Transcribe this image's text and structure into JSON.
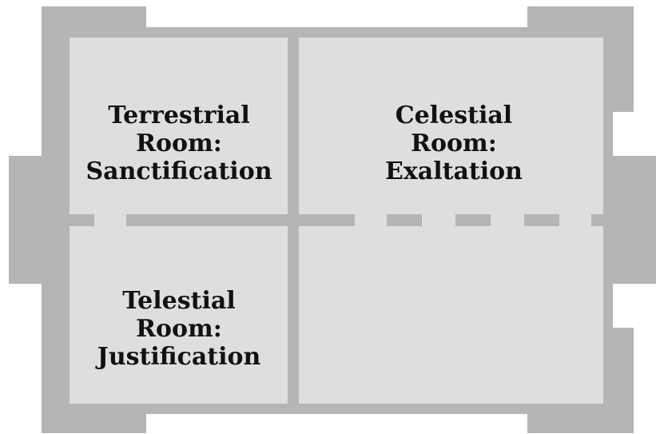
{
  "rooms": [
    {
      "key": "terrestrial",
      "lines": [
        "Terrestrial",
        "Room:",
        "Sanctification"
      ]
    },
    {
      "key": "celestial",
      "lines": [
        "Celestial",
        "Room:",
        "Exaltation"
      ]
    },
    {
      "key": "telestial",
      "lines": [
        "Telestial",
        "Room:",
        "Justification"
      ]
    }
  ],
  "colors": {
    "wall": "#b5b5b5",
    "floor": "#dedede",
    "text": "#111111"
  }
}
